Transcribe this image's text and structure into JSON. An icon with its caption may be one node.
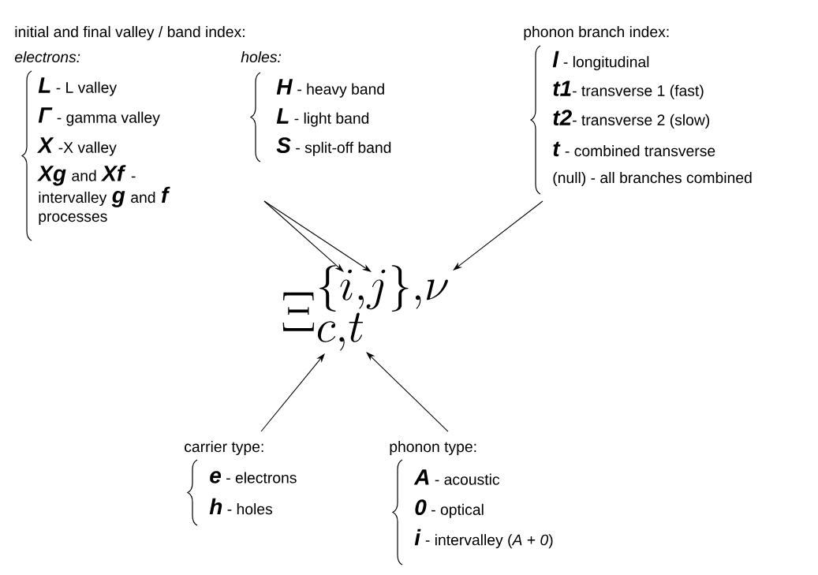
{
  "diagram": {
    "nodes": [
      {
        "text": [
          "initial and final valley / band index:",
          "electrons:",
          "**L** - L valley",
          "**Γ** - gamma  valley",
          "**X** -X valley",
          "**Xg** and **Xf** - intervalley **g** and **f** processes",
          "holes:",
          "**H** - heavy band",
          "**L** - light band",
          "**S** - split-off band"
        ]
      },
      {
        "text": [
          "phonon branch index:",
          "**l** - longitudinal",
          "**t1**- transverse 1 (fast)",
          "**t2**- transverse 2 (slow)",
          "**t** - combined transverse",
          "(null) - all branches combined"
        ]
      },
      {
        "text": [
          "\\Xi^{\\{i,j\\},\\nu}_{c,t}"
        ]
      },
      {
        "text": [
          "carrier type:",
          "**e** - electrons",
          "**h** - holes"
        ]
      },
      {
        "text": [
          "phonon type:",
          "**A** - acoustic",
          "**0** - optical",
          "**i** - intervalley (*A* + *0*)"
        ]
      }
    ],
    "edges": [
      {
        "from": 0,
        "to": 2,
        "arrow": "to"
      },
      {
        "from": 0,
        "to": 2,
        "arrow": "to"
      },
      {
        "from": 1,
        "to": 2,
        "arrow": "to"
      },
      {
        "from": 3,
        "to": 2,
        "arrow": "to"
      },
      {
        "from": 4,
        "to": 2,
        "arrow": "to"
      }
    ]
  }
}
